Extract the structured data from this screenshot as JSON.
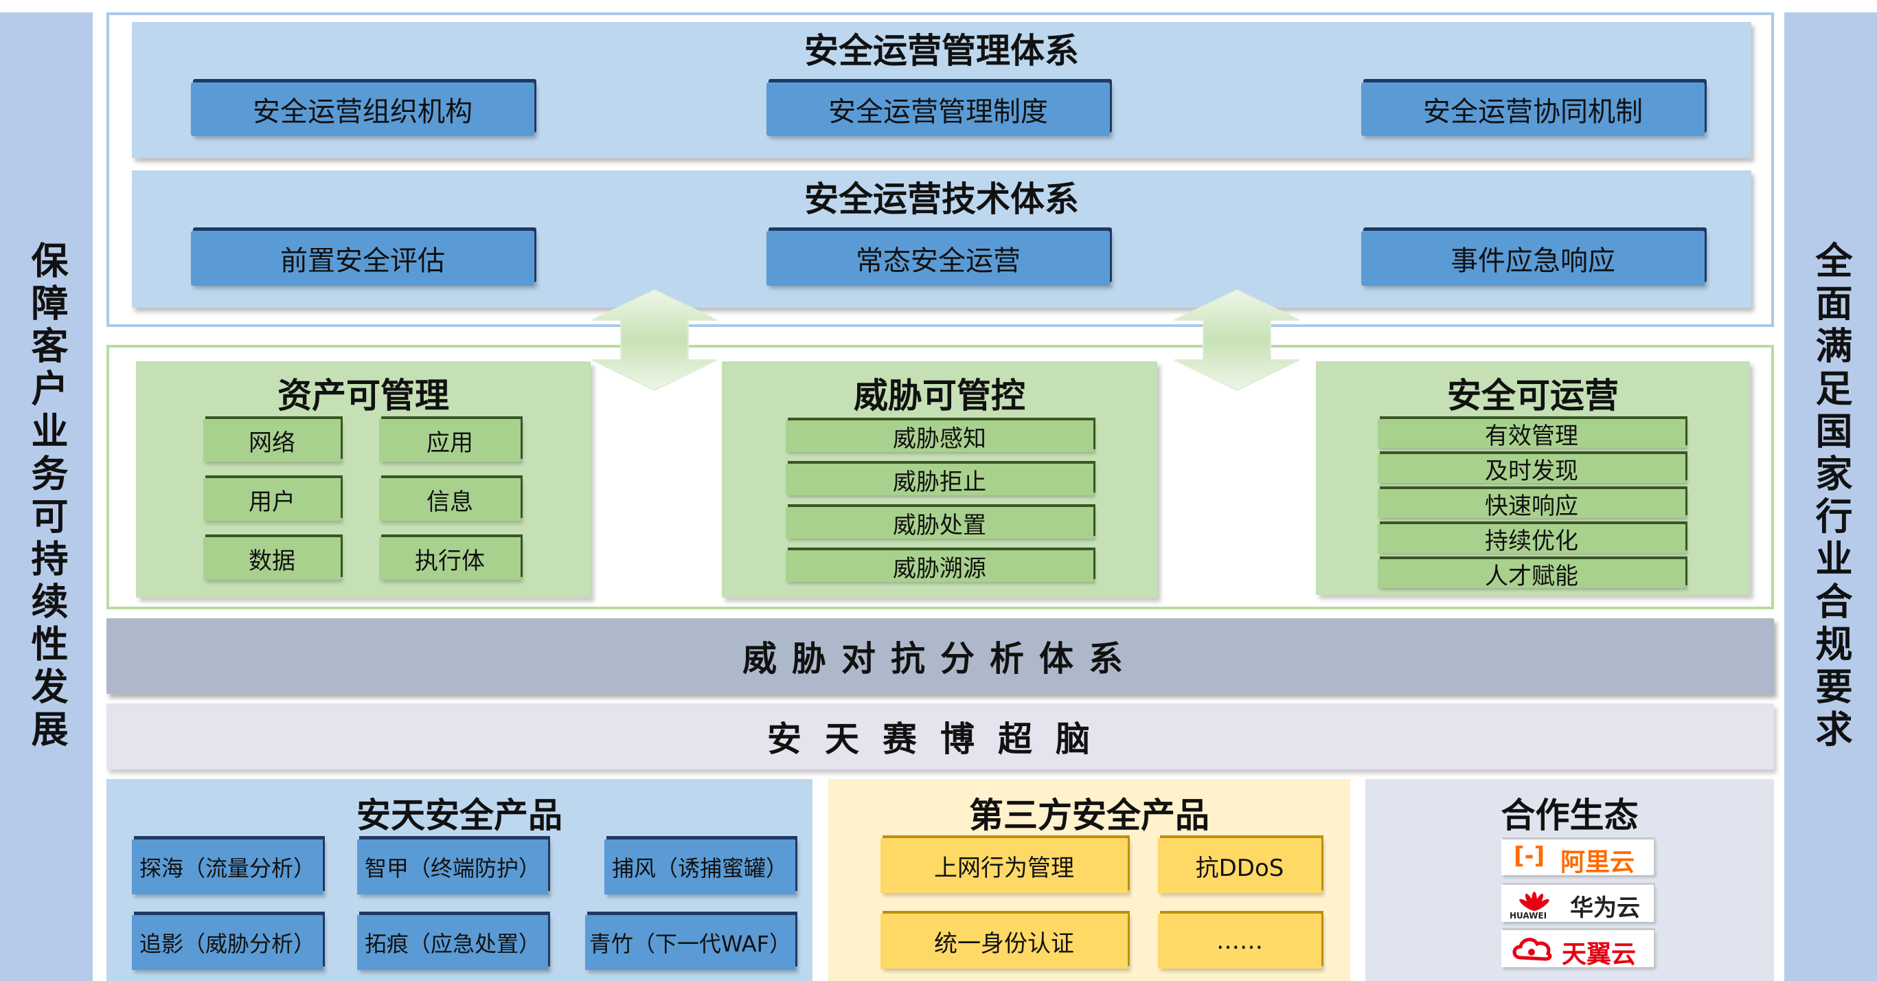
{
  "left_banner": "保障客户业务可持续性发展",
  "right_banner": "全面满足国家行业合规要求",
  "management": {
    "title": "安全运营管理体系",
    "items": [
      "安全运营组织机构",
      "安全运营管理制度",
      "安全运营协同机制"
    ]
  },
  "technology": {
    "title": "安全运营技术体系",
    "items": [
      "前置安全评估",
      "常态安全运营",
      "事件应急响应"
    ]
  },
  "asset": {
    "title": "资产可管理",
    "items": [
      "网络",
      "应用",
      "用户",
      "信息",
      "数据",
      "执行体"
    ]
  },
  "threat": {
    "title": "威胁可管控",
    "items": [
      "威胁感知",
      "威胁拒止",
      "威胁处置",
      "威胁溯源"
    ]
  },
  "operate": {
    "title": "安全可运营",
    "items": [
      "有效管理",
      "及时发现",
      "快速响应",
      "持续优化",
      "人才赋能"
    ]
  },
  "analysis_band": "威胁对抗分析体系",
  "brain_band": "安天赛博超脑",
  "antiy_products": {
    "title": "安天安全产品",
    "items": [
      "探海（流量分析）",
      "智甲（终端防护）",
      "捕风（诱捕蜜罐）",
      "追影（威胁分析）",
      "拓痕（应急处置）",
      "青竹（下一代WAF）"
    ]
  },
  "third_party": {
    "title": "第三方安全产品",
    "items": [
      "上网行为管理",
      "抗DDoS",
      "统一身份认证",
      "……"
    ]
  },
  "ecosystem": {
    "title": "合作生态",
    "logos": [
      {
        "icon": "aliyun-logo-icon",
        "mark": "[-]",
        "text": "阿里云",
        "color": "#ff6a00"
      },
      {
        "icon": "huawei-logo-icon",
        "mark": "HUAWEI",
        "text": "华为云",
        "color": "#e60012"
      },
      {
        "icon": "tianyi-cloud-logo-icon",
        "mark": "",
        "text": "天翼云",
        "color": "#e60012"
      }
    ]
  }
}
